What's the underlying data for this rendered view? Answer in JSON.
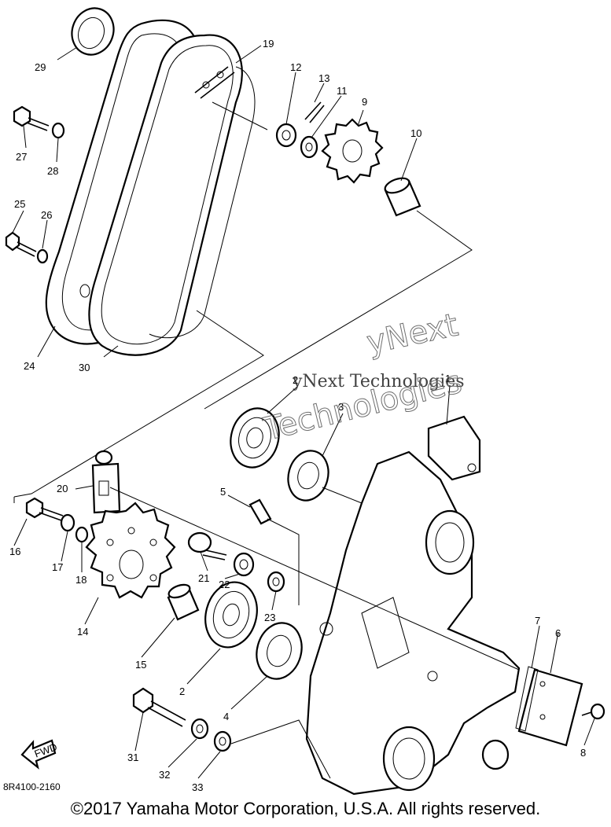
{
  "diagram": {
    "part_numbers": [
      "1",
      "2",
      "2",
      "3",
      "4",
      "5",
      "6",
      "7",
      "8",
      "9",
      "10",
      "11",
      "12",
      "13",
      "14",
      "15",
      "16",
      "17",
      "18",
      "19",
      "20",
      "21",
      "22",
      "23",
      "24",
      "25",
      "26",
      "27",
      "28",
      "29",
      "30",
      "31",
      "32",
      "33"
    ],
    "watermark": {
      "line1": "yNext Technologies",
      "outline1": "yNext",
      "outline2": "Technologies"
    },
    "arrow_label": "FWD",
    "drawing_code": "8R4100-2160",
    "copyright": "©2017 Yamaha Motor Corporation, U.S.A. All rights reserved."
  }
}
